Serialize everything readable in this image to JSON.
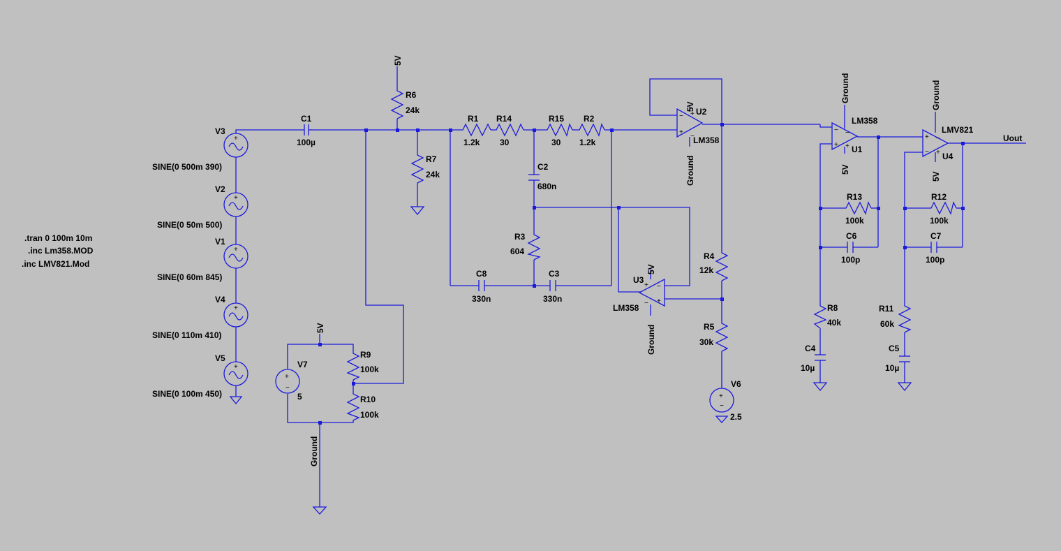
{
  "directives": [
    ".tran 0 100m 10m",
    ".inc Lm358.MOD",
    ".inc LMV821.Mod"
  ],
  "net_labels": {
    "vcc": "5V",
    "gnd": "Ground",
    "out": "Uout"
  },
  "sources": [
    {
      "ref": "V3",
      "value": "SINE(0 500m 390)"
    },
    {
      "ref": "V2",
      "value": "SINE(0 50m 500)"
    },
    {
      "ref": "V1",
      "value": "SINE(0 60m 845)"
    },
    {
      "ref": "V4",
      "value": "SINE(0 110m 410)"
    },
    {
      "ref": "V5",
      "value": "SINE(0 100m 450)"
    },
    {
      "ref": "V7",
      "value": "5"
    },
    {
      "ref": "V6",
      "value": "2.5"
    }
  ],
  "resistors": [
    {
      "ref": "R6",
      "value": "24k"
    },
    {
      "ref": "R7",
      "value": "24k"
    },
    {
      "ref": "R1",
      "value": "1.2k"
    },
    {
      "ref": "R14",
      "value": "30"
    },
    {
      "ref": "R15",
      "value": "30"
    },
    {
      "ref": "R2",
      "value": "1.2k"
    },
    {
      "ref": "R3",
      "value": "604"
    },
    {
      "ref": "R9",
      "value": "100k"
    },
    {
      "ref": "R10",
      "value": "100k"
    },
    {
      "ref": "R4",
      "value": "12k"
    },
    {
      "ref": "R5",
      "value": "30k"
    },
    {
      "ref": "R13",
      "value": "100k"
    },
    {
      "ref": "R8",
      "value": "40k"
    },
    {
      "ref": "R12",
      "value": "100k"
    },
    {
      "ref": "R11",
      "value": "60k"
    }
  ],
  "capacitors": [
    {
      "ref": "C1",
      "value": "100µ"
    },
    {
      "ref": "C2",
      "value": "680n"
    },
    {
      "ref": "C8",
      "value": "330n"
    },
    {
      "ref": "C3",
      "value": "330n"
    },
    {
      "ref": "C6",
      "value": "100p"
    },
    {
      "ref": "C4",
      "value": "10µ"
    },
    {
      "ref": "C7",
      "value": "100p"
    },
    {
      "ref": "C5",
      "value": "10µ"
    }
  ],
  "opamps": [
    {
      "ref": "U2",
      "model": "LM358"
    },
    {
      "ref": "U3",
      "model": "LM358"
    },
    {
      "ref": "U1",
      "model": "LM358"
    },
    {
      "ref": "U4",
      "model": "LMV821"
    }
  ]
}
